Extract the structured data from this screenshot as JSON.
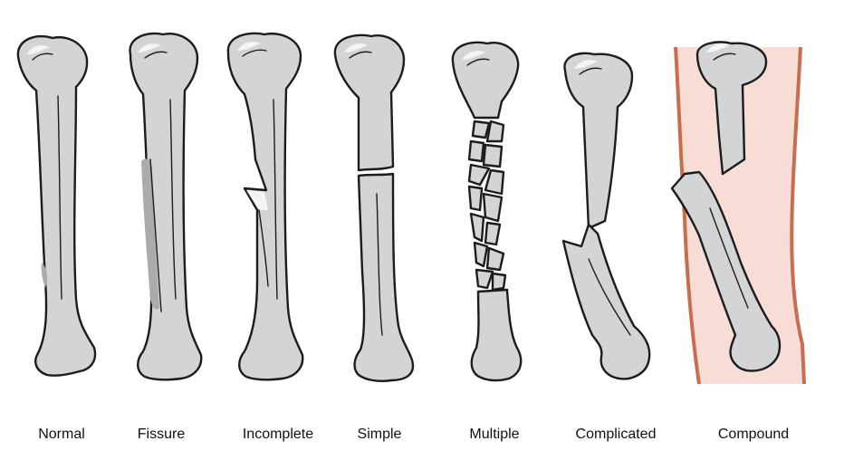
{
  "labels": {
    "normal": "Normal",
    "fissure": "Fissure",
    "incomplete": "Incomplete",
    "simple": "Simple",
    "multiple": "Multiple",
    "complicated": "Complicated",
    "compound": "Compound"
  },
  "colors": {
    "bone": "#d3d4d6",
    "outline": "#1c1c1c",
    "skin": "#f7ddd6",
    "skin_edge": "#c96d4f",
    "background": "#ffffff"
  }
}
